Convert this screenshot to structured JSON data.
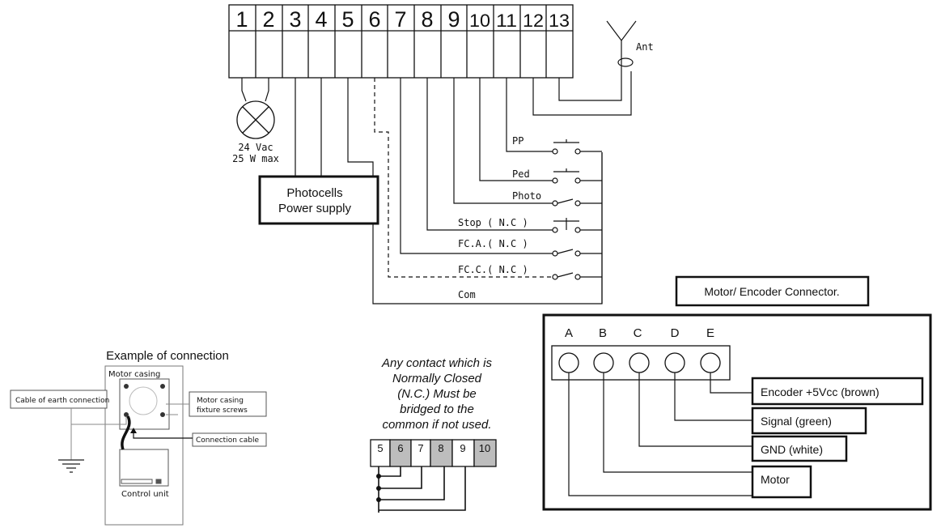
{
  "terminal_block": {
    "numbers": [
      "1",
      "2",
      "3",
      "4",
      "5",
      "6",
      "7",
      "8",
      "9",
      "10",
      "11",
      "12",
      "13"
    ]
  },
  "lamp": {
    "line1": "24 Vac",
    "line2": "25 W max"
  },
  "antenna_label": "Ant",
  "photocells_box": {
    "line1": "Photocells",
    "line2": "Power supply"
  },
  "inputs": {
    "pp": "PP",
    "ped": "Ped",
    "photo": "Photo",
    "stop": "Stop ( N.C )",
    "fca": "FC.A.( N.C )",
    "fcc": "FC.C.( N.C )",
    "com": "Com"
  },
  "connector": {
    "title": "Motor/ Encoder Connector.",
    "pins": [
      "A",
      "B",
      "C",
      "D",
      "E"
    ],
    "labels": {
      "encoder": "Encoder +5Vcc (brown)",
      "signal": "Signal (green)",
      "gnd": "GND (white)",
      "motor": "Motor"
    }
  },
  "note": {
    "line1": "Any contact which is",
    "line2": "Normally Closed",
    "line3": "(N.C.) Must be",
    "line4": "bridged to the",
    "line5": "common if not used."
  },
  "bridge": {
    "cells": [
      "5",
      "6",
      "7",
      "8",
      "9",
      "10"
    ]
  },
  "earth_example": {
    "title": "Example of connection",
    "motor_casing": "Motor casing",
    "earth_cable": "Cable of earth connection",
    "screws_line1": "Motor casing",
    "screws_line2": "fixture screws",
    "connection_cable": "Connection cable",
    "control_unit": "Control unit"
  },
  "colors": {
    "ink": "#111111",
    "shade": "#bdbdbd"
  }
}
